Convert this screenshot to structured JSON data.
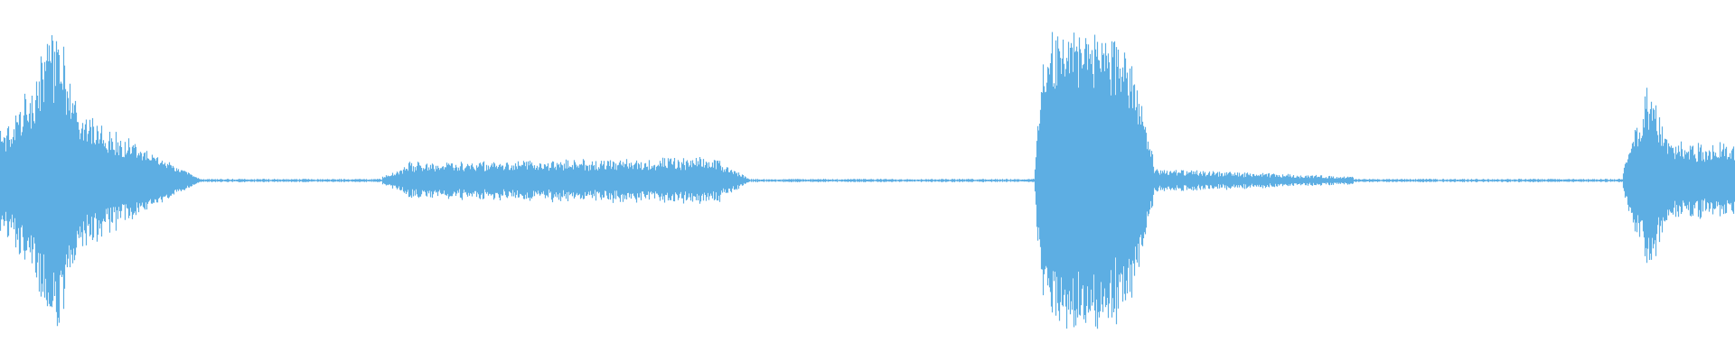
{
  "waveform": {
    "color": "#5daee3",
    "background": "#ffffff",
    "duration_units": 1,
    "amplitude_range": [
      -1,
      1
    ],
    "segments": [
      {
        "start": 0.0,
        "end": 0.004,
        "a0": 0.3,
        "a1": 0.3,
        "noise": 0.25
      },
      {
        "start": 0.004,
        "end": 0.02,
        "a0": 0.3,
        "a1": 0.55,
        "noise": 0.3
      },
      {
        "start": 0.02,
        "end": 0.033,
        "a0": 0.55,
        "a1": 0.97,
        "noise": 0.3
      },
      {
        "start": 0.033,
        "end": 0.045,
        "a0": 0.97,
        "a1": 0.4,
        "noise": 0.3
      },
      {
        "start": 0.045,
        "end": 0.08,
        "a0": 0.4,
        "a1": 0.2,
        "noise": 0.3
      },
      {
        "start": 0.08,
        "end": 0.115,
        "a0": 0.2,
        "a1": 0.01,
        "noise": 0.2
      },
      {
        "start": 0.115,
        "end": 0.22,
        "a0": 0.008,
        "a1": 0.008,
        "noise": 0.5
      },
      {
        "start": 0.22,
        "end": 0.235,
        "a0": 0.02,
        "a1": 0.08,
        "noise": 0.3
      },
      {
        "start": 0.235,
        "end": 0.415,
        "a0": 0.1,
        "a1": 0.12,
        "noise": 0.35
      },
      {
        "start": 0.415,
        "end": 0.432,
        "a0": 0.1,
        "a1": 0.01,
        "noise": 0.3
      },
      {
        "start": 0.432,
        "end": 0.596,
        "a0": 0.008,
        "a1": 0.008,
        "noise": 0.5
      },
      {
        "start": 0.596,
        "end": 0.6,
        "a0": 0.04,
        "a1": 0.7,
        "noise": 0.25
      },
      {
        "start": 0.6,
        "end": 0.61,
        "a0": 0.7,
        "a1": 0.95,
        "noise": 0.25
      },
      {
        "start": 0.61,
        "end": 0.63,
        "a0": 0.9,
        "a1": 1.0,
        "noise": 0.25
      },
      {
        "start": 0.63,
        "end": 0.65,
        "a0": 1.0,
        "a1": 0.75,
        "noise": 0.25
      },
      {
        "start": 0.65,
        "end": 0.665,
        "a0": 0.75,
        "a1": 0.12,
        "noise": 0.25
      },
      {
        "start": 0.665,
        "end": 0.78,
        "a0": 0.06,
        "a1": 0.02,
        "noise": 0.4
      },
      {
        "start": 0.78,
        "end": 0.935,
        "a0": 0.008,
        "a1": 0.008,
        "noise": 0.5
      },
      {
        "start": 0.935,
        "end": 0.95,
        "a0": 0.05,
        "a1": 0.55,
        "noise": 0.3
      },
      {
        "start": 0.95,
        "end": 0.962,
        "a0": 0.55,
        "a1": 0.22,
        "noise": 0.3
      },
      {
        "start": 0.962,
        "end": 1.0,
        "a0": 0.22,
        "a1": 0.2,
        "noise": 0.3
      }
    ]
  }
}
